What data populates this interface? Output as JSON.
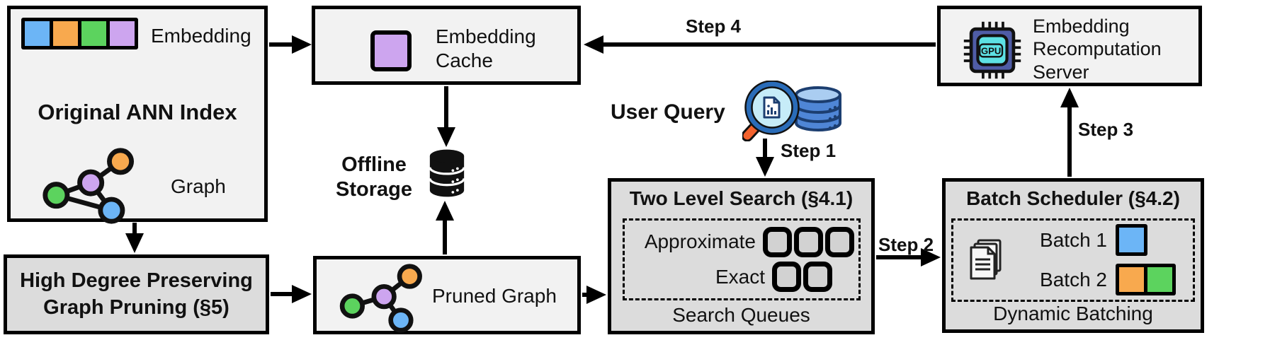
{
  "colors": {
    "blue": "#6CB5F6",
    "orange": "#F8A94E",
    "green": "#5CD35E",
    "purple": "#CDA5EF",
    "box_light": "#F2F2F2",
    "box_dark": "#DCDCDC"
  },
  "icons": {
    "embedding_vector": "colored-squares-row-icon",
    "graph": "graph-nodes-icon",
    "offline_storage": "database-icon",
    "user_query": "magnifier-over-database-icon",
    "gpu": "gpu-chip-icon",
    "documents": "stacked-documents-icon"
  },
  "original_index": {
    "embedding_label": "Embedding",
    "title": "Original ANN Index",
    "graph_label": "Graph"
  },
  "embedding_cache": {
    "line1": "Embedding",
    "line2": "Cache"
  },
  "offline_storage": {
    "line1": "Offline",
    "line2": "Storage"
  },
  "user_query": {
    "label": "User Query"
  },
  "steps": {
    "step1": "Step 1",
    "step2": "Step 2",
    "step3": "Step 3",
    "step4": "Step 4"
  },
  "two_level_search": {
    "title": "Two Level Search (§4.1)",
    "row1_label": "Approximate",
    "row2_label": "Exact",
    "footer": "Search Queues"
  },
  "batch_scheduler": {
    "title": "Batch Scheduler (§4.2)",
    "batch1_label": "Batch 1",
    "batch2_label": "Batch 2",
    "footer": "Dynamic Batching"
  },
  "graph_pruning": {
    "line1": "High Degree Preserving",
    "line2": "Graph Pruning (§5)"
  },
  "pruned_graph": {
    "label": "Pruned Graph"
  },
  "recomputation_server": {
    "line1": "Embedding",
    "line2": "Recomputation",
    "line3": "Server"
  },
  "gpu_icon_label": "GPU"
}
